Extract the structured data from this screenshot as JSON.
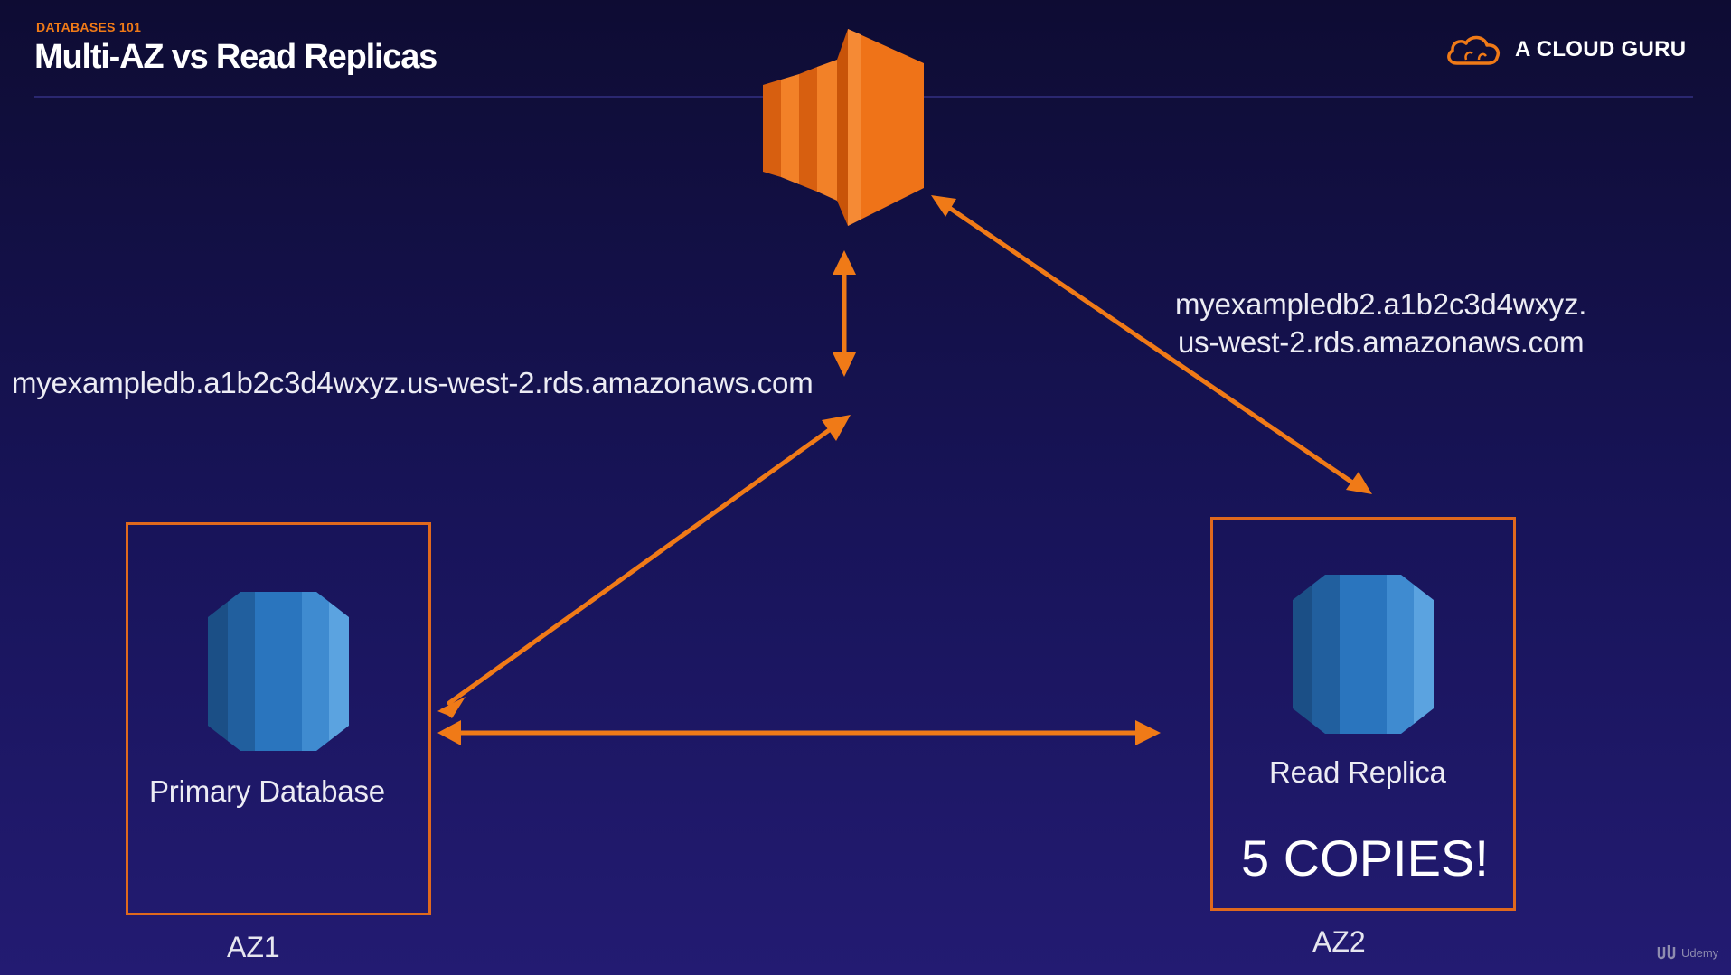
{
  "header": {
    "kicker": "DATABASES 101",
    "title": "Multi-AZ vs Read Replicas",
    "brand": "A CLOUD GURU"
  },
  "diagram": {
    "primary_endpoint": "myexampledb.a1b2c3d4wxyz.us-west-2.rds.amazonaws.com",
    "replica_endpoint_line1": "myexampledb2.a1b2c3d4wxyz.",
    "replica_endpoint_line2": "us-west-2.rds.amazonaws.com",
    "primary_label": "Primary Database",
    "replica_label": "Read Replica",
    "replica_copies": "5 COPIES!",
    "az1": "AZ1",
    "az2": "AZ2"
  },
  "watermark": "Udemy",
  "colors": {
    "accent": "#f07a17",
    "database_blue": "#2a75be",
    "background": "#16134f"
  },
  "icons": [
    "cloud-logo-icon",
    "ec2-instance-icon",
    "rds-database-icon",
    "udemy-logo-icon"
  ]
}
